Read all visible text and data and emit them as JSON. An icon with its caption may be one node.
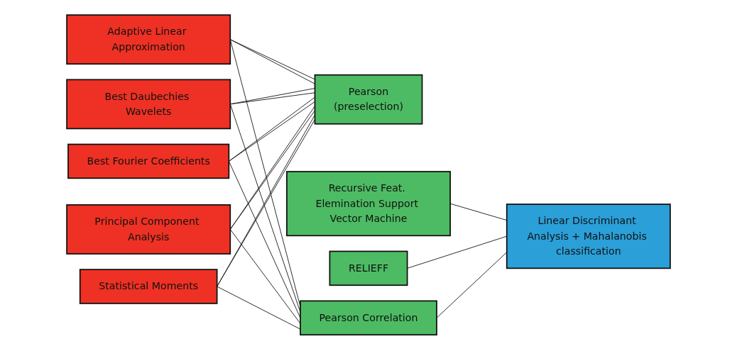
{
  "diagram": {
    "nodes": [
      {
        "text": [
          "Adaptive Linear Approximation"
        ]
      },
      {
        "text": [
          "Best Daubechies Wavelets"
        ]
      },
      {
        "text": [
          "Best Fourier Coefficients"
        ]
      },
      {
        "text": [
          "Principal Component Analysis"
        ]
      },
      {
        "text": [
          "Statistical Moments"
        ]
      },
      {
        "text": [
          "Pearson",
          "(preselection)"
        ]
      },
      {
        "text": [
          "Recursive Feat. Elemination Support Vector Machine"
        ]
      },
      {
        "text": [
          "RELIEFF"
        ]
      },
      {
        "text": [
          "Pearson Correlation"
        ]
      },
      {
        "text": [
          "Linear Discriminant Analysis + Mahalanobis classification"
        ]
      }
    ],
    "edges": [
      {
        "from": 0,
        "to": 5,
        "arrow": "none"
      },
      {
        "from": 0,
        "to": 5,
        "arrow": "none"
      },
      {
        "from": 0,
        "to": 8,
        "arrow": "none"
      },
      {
        "from": 1,
        "to": 5,
        "arrow": "none"
      },
      {
        "from": 1,
        "to": 5,
        "arrow": "none"
      },
      {
        "from": 1,
        "to": 8,
        "arrow": "none"
      },
      {
        "from": 2,
        "to": 5,
        "arrow": "none"
      },
      {
        "from": 2,
        "to": 5,
        "arrow": "none"
      },
      {
        "from": 2,
        "to": 8,
        "arrow": "none"
      },
      {
        "from": 3,
        "to": 5,
        "arrow": "none"
      },
      {
        "from": 3,
        "to": 5,
        "arrow": "none"
      },
      {
        "from": 3,
        "to": 8,
        "arrow": "none"
      },
      {
        "from": 4,
        "to": 5,
        "arrow": "none"
      },
      {
        "from": 4,
        "to": 5,
        "arrow": "none"
      },
      {
        "from": 4,
        "to": 8,
        "arrow": "none"
      },
      {
        "from": 6,
        "to": 9,
        "arrow": "none"
      },
      {
        "from": 7,
        "to": 9,
        "arrow": "none"
      },
      {
        "from": 8,
        "to": 9,
        "arrow": "none"
      }
    ]
  }
}
